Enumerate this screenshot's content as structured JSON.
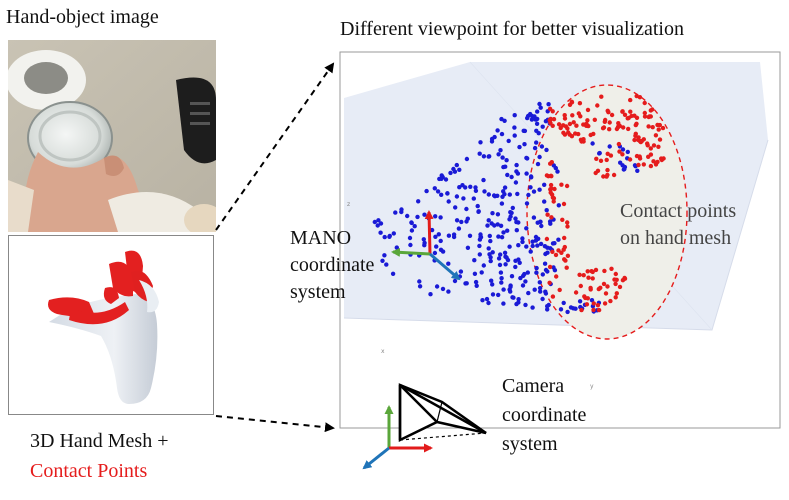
{
  "labels": {
    "hand_object_image": "Hand-object image",
    "viewpoint_title": "Different viewpoint for better visualization",
    "mano_line1": "MANO",
    "mano_line2": "coordinate",
    "mano_line3": "system",
    "contact_line1": "Contact points",
    "contact_line2": "on hand mesh",
    "camera_line1": "Camera",
    "camera_line2": "coordinate",
    "camera_line3": "system",
    "mesh_line1": "3D Hand Mesh +",
    "mesh_line2": "Contact Points"
  },
  "plot_axis_ticks": {
    "z": "z",
    "x": "x",
    "y": "y"
  },
  "colors": {
    "contact_red": "#e51c1c",
    "hand_point_blue": "#1a1ad6",
    "axis_red": "#e21b1b",
    "axis_green": "#5aa63a",
    "axis_blue": "#1f74b8",
    "plot_background": "#e6ebf6",
    "contact_region_fill": "#efefe9"
  },
  "icons": [
    "camera-frustum-icon",
    "mano-axes-icon",
    "camera-axes-icon"
  ]
}
